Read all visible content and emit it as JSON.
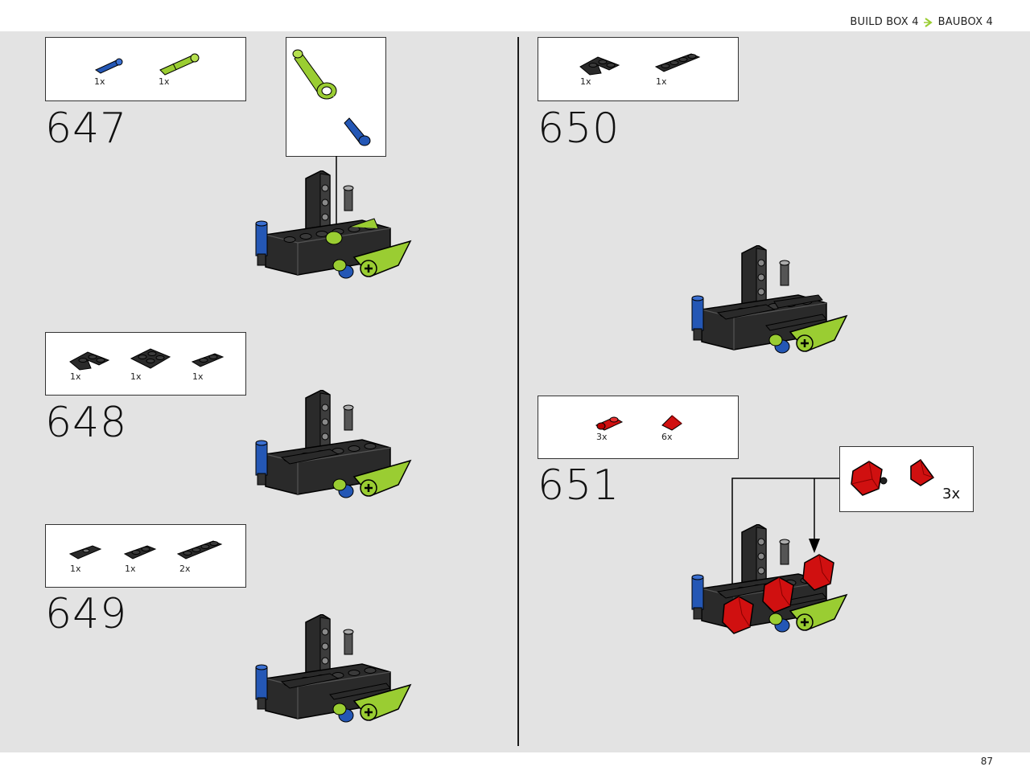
{
  "header": {
    "breadcrumb_part1": "BUILD BOX 4",
    "breadcrumb_part2": "BAUBOX 4",
    "accent_color": "#9acd32"
  },
  "footer": {
    "page_number": "87"
  },
  "steps": [
    {
      "number": "647",
      "parts": [
        {
          "icon": "blue-pin-icon",
          "qty": "1x"
        },
        {
          "icon": "lime-axle-pin-icon",
          "qty": "1x"
        }
      ]
    },
    {
      "number": "648",
      "parts": [
        {
          "icon": "dark-corner-plate-icon",
          "qty": "1x"
        },
        {
          "icon": "dark-2x2-plate-icon",
          "qty": "1x"
        },
        {
          "icon": "dark-1x2-plate-icon",
          "qty": "1x"
        }
      ]
    },
    {
      "number": "649",
      "parts": [
        {
          "icon": "dark-1x2-tile-icon",
          "qty": "1x"
        },
        {
          "icon": "dark-1x2-tile-icon",
          "qty": "1x"
        },
        {
          "icon": "dark-1x4-plate-icon",
          "qty": "2x"
        }
      ]
    },
    {
      "number": "650",
      "parts": [
        {
          "icon": "dark-corner-plate-icon",
          "qty": "1x"
        },
        {
          "icon": "dark-1x4-plate-icon",
          "qty": "1x"
        }
      ]
    },
    {
      "number": "651",
      "parts": [
        {
          "icon": "red-clip-plate-icon",
          "qty": "3x"
        },
        {
          "icon": "red-slope-icon",
          "qty": "6x"
        }
      ],
      "callout_qty": "3x"
    }
  ]
}
